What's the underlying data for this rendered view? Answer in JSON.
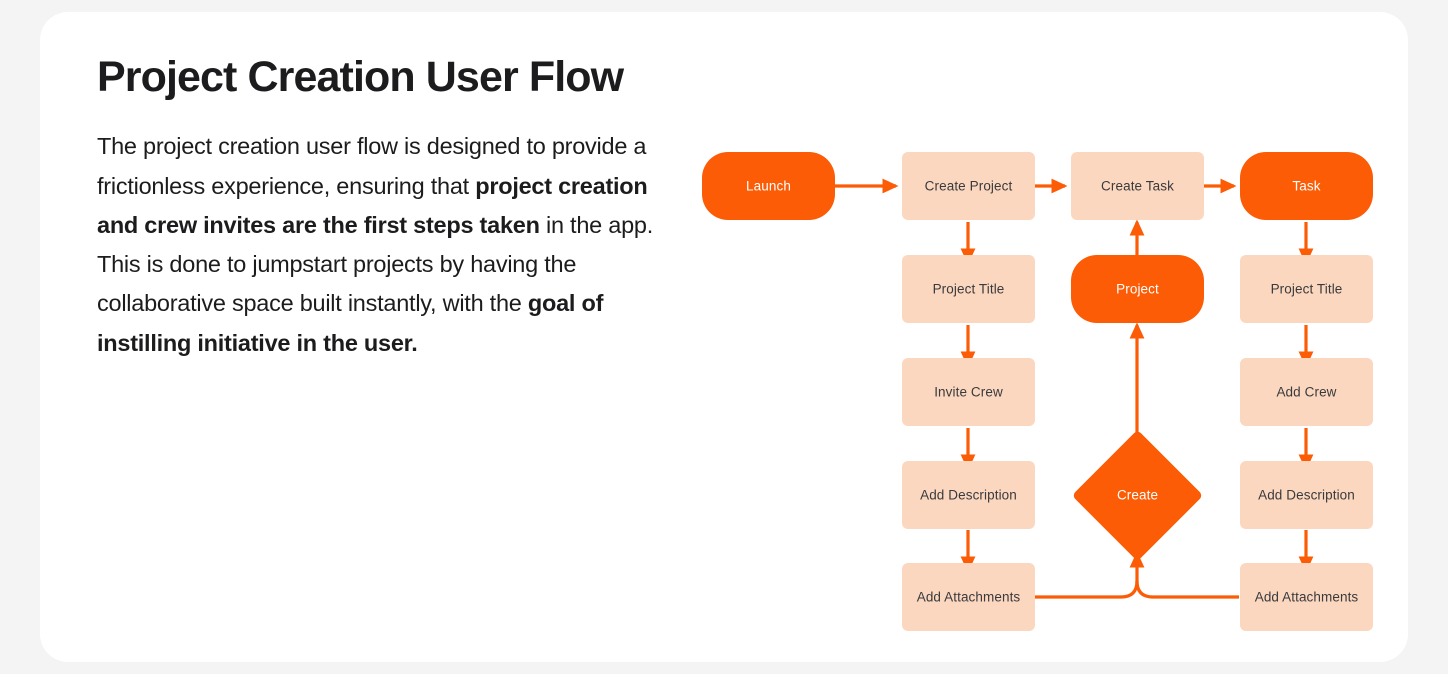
{
  "theme": {
    "page_background": "#f4f4f5",
    "card_background": "#ffffff",
    "accent_orange": "#fb5c05",
    "node_fill_light": "#fbd7bf",
    "text_dark": "#1c1c1e",
    "node_text_dark": "#3a3a3c",
    "node_text_light": "#ffffff"
  },
  "header": {
    "title": "Project Creation User Flow"
  },
  "intro": {
    "segments": [
      {
        "text": "The project creation user flow is designed to provide a frictionless experience, ensuring that ",
        "bold": false
      },
      {
        "text": "project creation and crew invites are the first steps taken",
        "bold": true
      },
      {
        "text": " in the app. This is done to jumpstart projects by having the collaborative space built instantly, with the ",
        "bold": false
      },
      {
        "text": "goal of instilling initiative in the user.",
        "bold": true
      }
    ]
  },
  "chart_data": {
    "type": "diagram",
    "title": "Project Creation User Flow",
    "diagram_kind": "flowchart",
    "nodes": [
      {
        "id": "launch",
        "label": "Launch",
        "shape": "pill",
        "style": "solid",
        "col": 1,
        "row": 1
      },
      {
        "id": "create-project",
        "label": "Create Project",
        "shape": "rect",
        "style": "light",
        "col": 2,
        "row": 1
      },
      {
        "id": "create-task",
        "label": "Create Task",
        "shape": "rect",
        "style": "light",
        "col": 3,
        "row": 1
      },
      {
        "id": "task",
        "label": "Task",
        "shape": "pill",
        "style": "solid",
        "col": 4,
        "row": 1
      },
      {
        "id": "project-title-l",
        "label": "Project Title",
        "shape": "rect",
        "style": "light",
        "col": 2,
        "row": 2
      },
      {
        "id": "project",
        "label": "Project",
        "shape": "pill",
        "style": "solid",
        "col": 3,
        "row": 2
      },
      {
        "id": "project-title-r",
        "label": "Project Title",
        "shape": "rect",
        "style": "light",
        "col": 4,
        "row": 2
      },
      {
        "id": "invite-crew",
        "label": "Invite Crew",
        "shape": "rect",
        "style": "light",
        "col": 2,
        "row": 3
      },
      {
        "id": "add-crew",
        "label": "Add Crew",
        "shape": "rect",
        "style": "light",
        "col": 4,
        "row": 3
      },
      {
        "id": "add-description-l",
        "label": "Add Description",
        "shape": "rect",
        "style": "light",
        "col": 2,
        "row": 4
      },
      {
        "id": "create",
        "label": "Create",
        "shape": "diamond",
        "style": "solid",
        "col": 3,
        "row": 4
      },
      {
        "id": "add-description-r",
        "label": "Add Description",
        "shape": "rect",
        "style": "light",
        "col": 4,
        "row": 4
      },
      {
        "id": "add-attachments-l",
        "label": "Add Attachments",
        "shape": "rect",
        "style": "light",
        "col": 2,
        "row": 5
      },
      {
        "id": "add-attachments-r",
        "label": "Add Attachments",
        "shape": "rect",
        "style": "light",
        "col": 4,
        "row": 5
      }
    ],
    "edges": [
      {
        "from": "launch",
        "to": "create-project",
        "dir": "right"
      },
      {
        "from": "create-project",
        "to": "create-task",
        "dir": "right"
      },
      {
        "from": "create-task",
        "to": "task",
        "dir": "right"
      },
      {
        "from": "create-project",
        "to": "project-title-l",
        "dir": "down"
      },
      {
        "from": "project-title-l",
        "to": "invite-crew",
        "dir": "down"
      },
      {
        "from": "invite-crew",
        "to": "add-description-l",
        "dir": "down"
      },
      {
        "from": "add-description-l",
        "to": "add-attachments-l",
        "dir": "down"
      },
      {
        "from": "task",
        "to": "project-title-r",
        "dir": "down"
      },
      {
        "from": "project-title-r",
        "to": "add-crew",
        "dir": "down"
      },
      {
        "from": "add-crew",
        "to": "add-description-r",
        "dir": "down"
      },
      {
        "from": "add-description-r",
        "to": "add-attachments-r",
        "dir": "down"
      },
      {
        "from": "add-attachments-l",
        "to": "create",
        "dir": "merge-up"
      },
      {
        "from": "add-attachments-r",
        "to": "create",
        "dir": "merge-up"
      },
      {
        "from": "create",
        "to": "project",
        "dir": "up"
      },
      {
        "from": "project",
        "to": "create-task",
        "dir": "up"
      }
    ]
  }
}
